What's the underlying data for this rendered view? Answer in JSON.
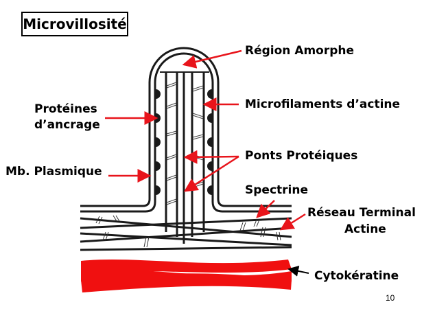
{
  "title": "Microvillosité",
  "labels": {
    "region_amorphe": "Région Amorphe",
    "proteines_ancrage_1": "Protéines",
    "proteines_ancrage_2": "d’ancrage",
    "microfilaments": "Microfilaments d’actine",
    "ponts": "Ponts Protéiques",
    "mb_plasmique": "Mb. Plasmique",
    "spectrine": "Spectrine",
    "reseau_1": "Réseau Terminal",
    "reseau_2": "Actine",
    "cytokeratine": "Cytokératine"
  },
  "page_number": "10",
  "colors": {
    "arrow": "#e8141b",
    "cytokeratin": "#f01010",
    "ink": "#1a1a1a"
  }
}
